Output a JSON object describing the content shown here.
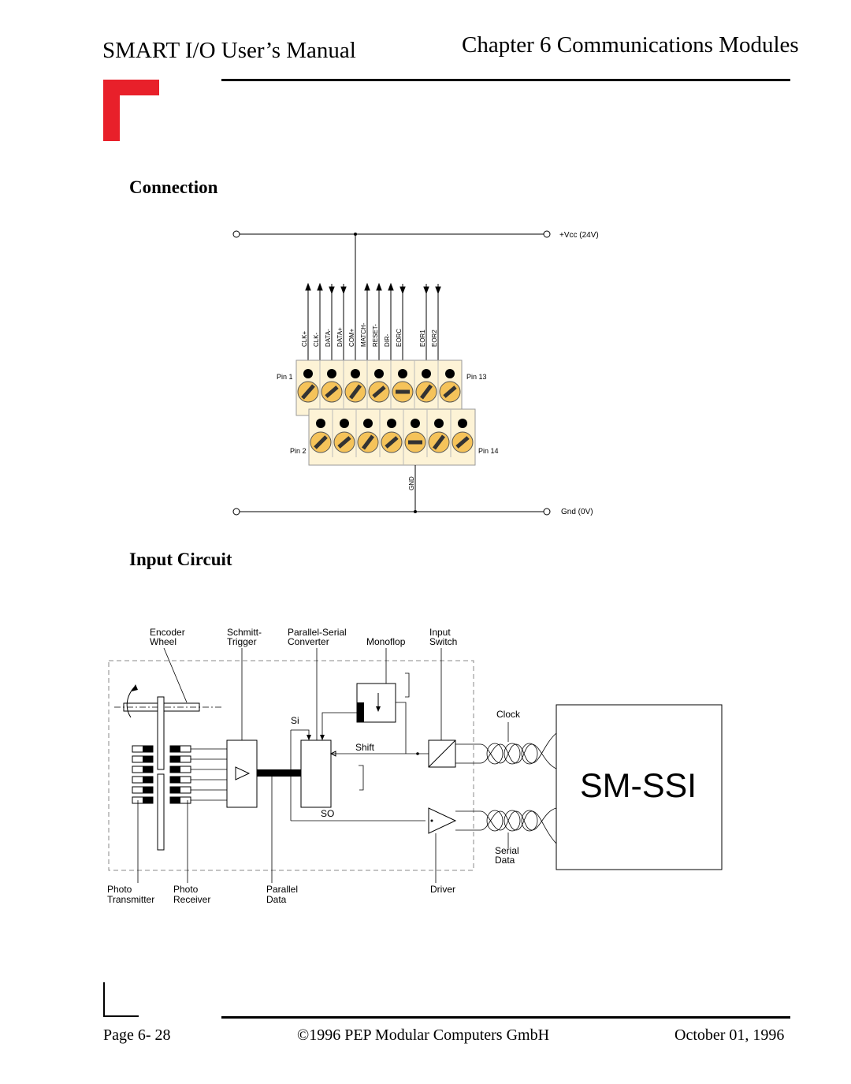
{
  "header": {
    "manual_title": "SMART I/O User’s Manual",
    "chapter_title": "Chapter 6  Communications Modules"
  },
  "sections": {
    "connection": "Connection",
    "input_circuit": "Input Circuit"
  },
  "connection_diagram": {
    "vcc_label": "+Vcc (24V)",
    "gnd_label": "Gnd (0V)",
    "gnd_pin_label": "GND",
    "pin_labels": {
      "pin1": "Pin 1",
      "pin13": "Pin 13",
      "pin2": "Pin 2",
      "pin14": "Pin 14"
    },
    "signals": [
      "CLK+",
      "CLK-",
      "DATA-",
      "DATA+",
      "COM+",
      "MATCH-",
      "RESET-",
      "DIR-",
      "EORC",
      "EOR1",
      "EOR2"
    ]
  },
  "input_circuit_diagram": {
    "labels": {
      "encoder_wheel": [
        "Encoder",
        "Wheel"
      ],
      "schmitt_trigger": [
        "Schmitt-",
        "Trigger"
      ],
      "parallel_serial": [
        "Parallel-Serial",
        "Converter"
      ],
      "monoflop": "Monoflop",
      "input_switch": [
        "Input",
        "Switch"
      ],
      "clock": "Clock",
      "si": "Si",
      "shift": "Shift",
      "so": "SO",
      "serial_data": [
        "Serial",
        "Data"
      ],
      "photo_transmitter": [
        "Photo",
        "Transmitter"
      ],
      "photo_receiver": [
        "Photo",
        "Receiver"
      ],
      "parallel_data": [
        "Parallel",
        "Data"
      ],
      "driver": "Driver",
      "sm_ssi": "SM-SSI"
    }
  },
  "footer": {
    "page": "Page 6- 28",
    "copyright": "©1996 PEP Modular Computers GmbH",
    "date": "October 01, 1996"
  },
  "colors": {
    "accent_red": "#e8202a",
    "terminal_yellow": "#f5c35a",
    "terminal_body": "#fdf3d6"
  }
}
